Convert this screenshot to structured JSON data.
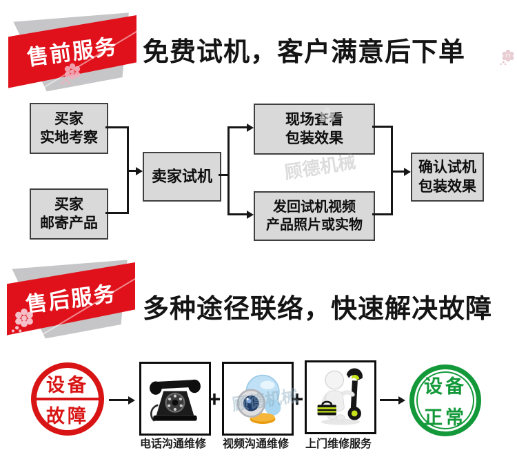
{
  "presale": {
    "badge": "售前服务",
    "headline": "免费试机，客户满意后下单",
    "flow": {
      "boxes": [
        {
          "id": "buyer-visit",
          "lines": [
            "买家",
            "实地考察"
          ]
        },
        {
          "id": "buyer-mail",
          "lines": [
            "买家",
            "邮寄产品"
          ]
        },
        {
          "id": "seller-test",
          "lines": [
            "卖家试机"
          ]
        },
        {
          "id": "onsite-check",
          "lines": [
            "现场查看",
            "包装效果"
          ]
        },
        {
          "id": "send-back",
          "lines": [
            "发回试机视频",
            "产品照片或实物"
          ]
        },
        {
          "id": "confirm",
          "lines": [
            "确认试机",
            "包装效果"
          ]
        }
      ]
    }
  },
  "aftersale": {
    "badge": "售后服务",
    "headline": "多种途径联络，快速解决故障",
    "start_stamp": {
      "lines": [
        "设备",
        "故障"
      ]
    },
    "plus": "+",
    "steps": [
      {
        "icon": "telephone-icon",
        "label": "电话沟通维修"
      },
      {
        "icon": "webcam-icon",
        "label": "视频沟通维修"
      },
      {
        "icon": "repairman-icon",
        "label": "上门维修服务"
      }
    ],
    "end_stamp": {
      "lines": [
        "设备",
        "正常"
      ]
    }
  },
  "watermark": {
    "text": "顾德机械"
  },
  "colors": {
    "ribbon_red": "#e0111b",
    "ribbon_grey": "#c6c6c8",
    "stamp_red": "#d81414",
    "stamp_green": "#13993a",
    "box_fill": "#d9d9d9",
    "line_black": "#161616"
  }
}
